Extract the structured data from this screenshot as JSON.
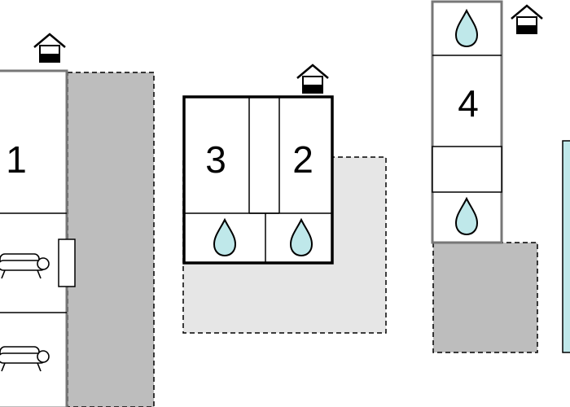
{
  "colors": {
    "outline": "#000000",
    "gray_wall": "#777777",
    "dark_area": "#bdbdbd",
    "light_area": "#e6e6e6",
    "water": "#bfe8ea",
    "pool_edge": "#5bb8c0"
  },
  "units": [
    {
      "id": "unit-1",
      "label": "1"
    },
    {
      "id": "unit-3",
      "label": "3"
    },
    {
      "id": "unit-2",
      "label": "2"
    },
    {
      "id": "unit-4",
      "label": "4"
    }
  ],
  "icons": {
    "entrance": "house-entrance-icon",
    "bathroom": "water-drop-icon",
    "living_room": "sofa-icon"
  }
}
